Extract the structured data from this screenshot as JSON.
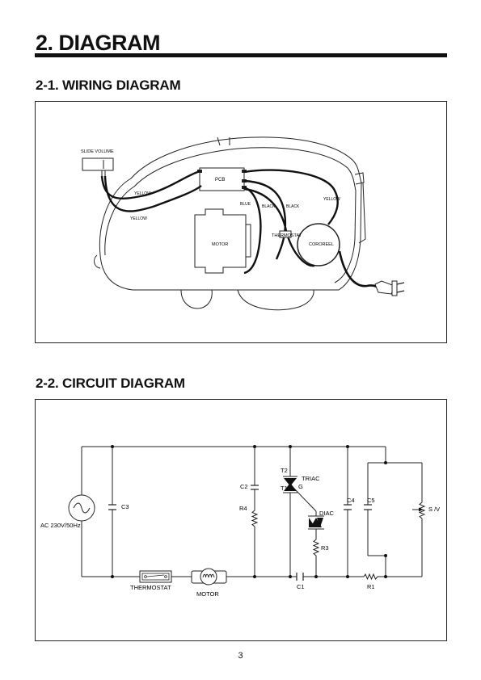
{
  "page": {
    "title": "2. DIAGRAM",
    "page_number": "3"
  },
  "wiring": {
    "title": "2-1. WIRING DIAGRAM",
    "labels": {
      "slide_volume": "SLIDE VOLUME",
      "pcb": "PCB",
      "yellow_1": "YELLOW",
      "yellow_2": "YELLOW",
      "yellow_3": "YELLOW",
      "blue": "BLUE",
      "black_1": "BLACK",
      "black_2": "BLACK",
      "thermostat": "THERMOSTAT",
      "motor": "MOTOR",
      "cordreel": "COROREEL"
    }
  },
  "circuit": {
    "title": "2-2.  CIRCUIT DIAGRAM",
    "labels": {
      "source": "AC 230V/50Hz",
      "c3": "C3",
      "c2": "C2",
      "r4": "R4",
      "t2": "T2",
      "t1": "T1",
      "triac": "TRIAC",
      "g": "G",
      "diac": "DIAC",
      "r3": "R3",
      "c4": "C4",
      "c5": "C5",
      "sv": "S /V",
      "thermostat": "THERMOSTAT",
      "motor": "MOTOR",
      "c1": "C1",
      "r1": "R1"
    }
  }
}
